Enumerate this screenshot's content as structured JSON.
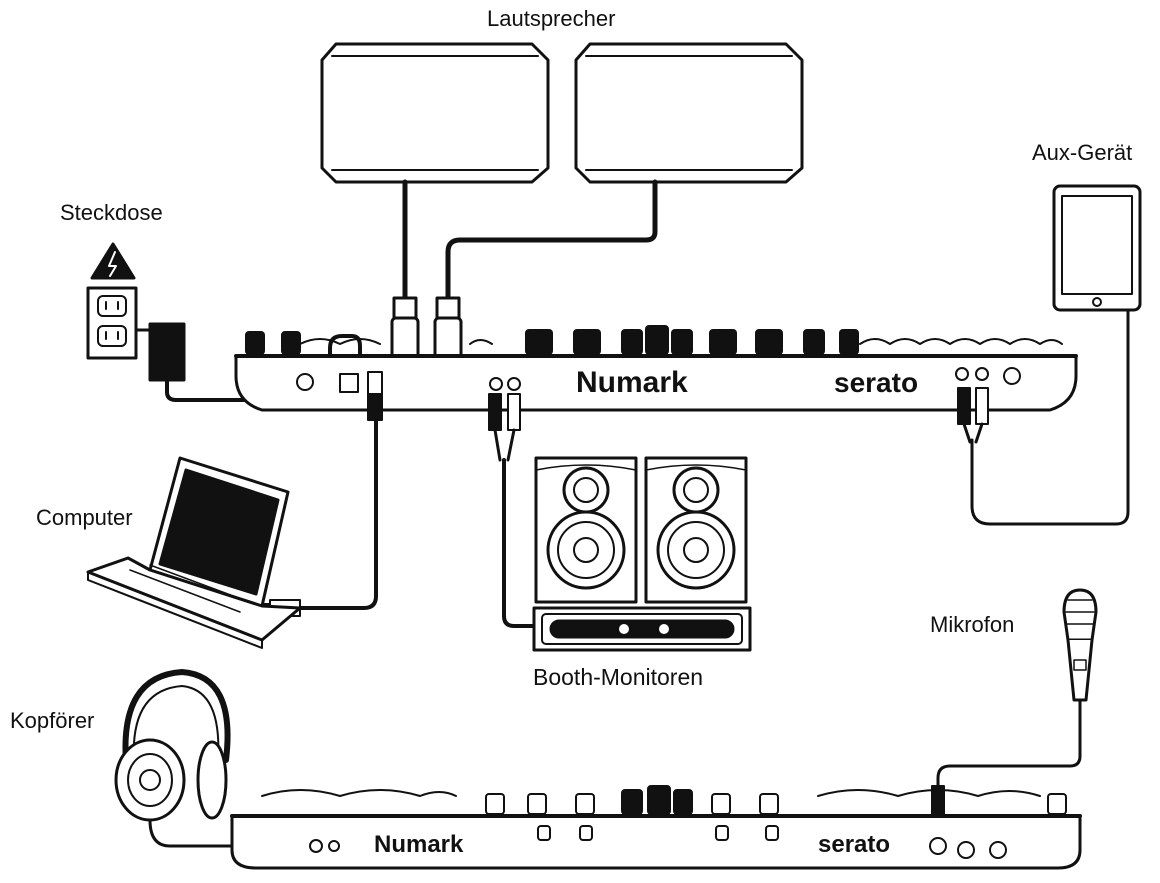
{
  "labels": {
    "speakers": "Lautsprecher",
    "aux": "Aux-Gerät",
    "outlet": "Steckdose",
    "computer": "Computer",
    "booth": "Booth-Monitoren",
    "mic": "Mikrofon",
    "headphones": "Kopförer"
  },
  "brands": {
    "numark": "Numark",
    "serato": "serato"
  },
  "colors": {
    "line": "#111111",
    "fill": "#ffffff",
    "dark": "#1a1a1a",
    "grey": "#9a9a9a"
  }
}
